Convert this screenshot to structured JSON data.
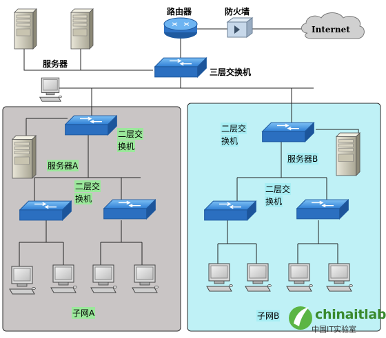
{
  "labels": {
    "router": "路由器",
    "firewall": "防火墙",
    "internet": "Internet",
    "servers": "服务器",
    "l3_switch": "三层交换机",
    "l2_switch_a_top_1": "二层交",
    "l2_switch_a_top_2": "换机",
    "server_a": "服务器A",
    "l2_switch_a_mid_1": "二层交",
    "l2_switch_a_mid_2": "换机",
    "subnet_a": "子网A",
    "l2_switch_b_top_1": "二层交",
    "l2_switch_b_top_2": "换机",
    "server_b": "服务器B",
    "l2_switch_b_mid_1": "二层交",
    "l2_switch_b_mid_2": "换机",
    "subnet_b": "子网B"
  },
  "watermark": {
    "brand": "chinaitlab",
    "subtitle": "中国IT实验室"
  },
  "colors": {
    "subnet_a_bg": "#c9c5c5",
    "subnet_b_bg": "#bff1f6",
    "switch_fill": "#3f8ee0",
    "router_fill": "#3a7fd0",
    "firewall_fill": "#c7d8ea",
    "cloud_fill": "#d0d0d0",
    "label_green": "#9be89b",
    "label_cyan": "#a8eef4"
  }
}
